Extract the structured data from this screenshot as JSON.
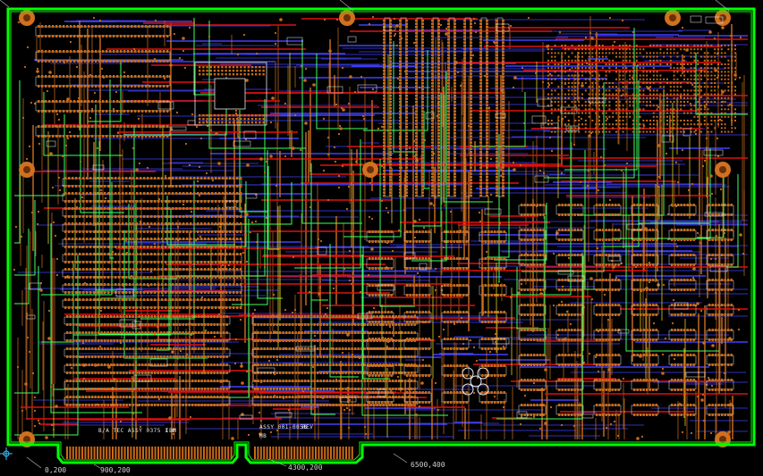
{
  "colors": {
    "background": "#000000",
    "board_outline": "#00ff00",
    "top_copper": "#d07020",
    "bottom_copper": "#4040ff",
    "signal_red": "#e01010",
    "signal_green": "#40ff60",
    "signal_yellow": "#e0d020",
    "pads": "#c86a18",
    "silkscreen": "#ffffff",
    "origin_marker": "#40c0ff"
  },
  "coordinates": {
    "origin": "0,200",
    "left_slot": "900,200",
    "mid_slot": "4300,200",
    "right_edge": "6500,400"
  },
  "silkscreen": {
    "left_label": "B/A TEC ASSY 0375 1.0",
    "left_suffix": "IBM",
    "right_label": "ASSY 001-0058",
    "right_suffix": "REV",
    "small_mark": "MB"
  }
}
